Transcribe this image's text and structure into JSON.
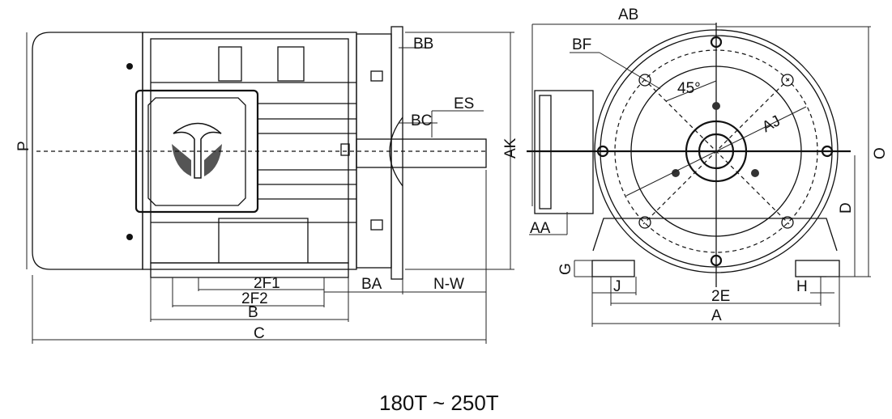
{
  "side_view": {
    "labels": {
      "P": "P",
      "AK": "AK",
      "BB": "BB",
      "ES": "ES",
      "BC": "BC",
      "BA": "BA",
      "NW": "N-W",
      "F1": "2F1",
      "F2": "2F2",
      "B": "B",
      "C": "C"
    }
  },
  "front_view": {
    "labels": {
      "AB": "AB",
      "BF": "BF",
      "angle": "45°",
      "AJ": "AJ",
      "O": "O",
      "D": "D",
      "AA": "AA",
      "G": "G",
      "J": "J",
      "E2": "2E",
      "H": "H",
      "A": "A"
    }
  },
  "caption": "180T ~ 250T"
}
